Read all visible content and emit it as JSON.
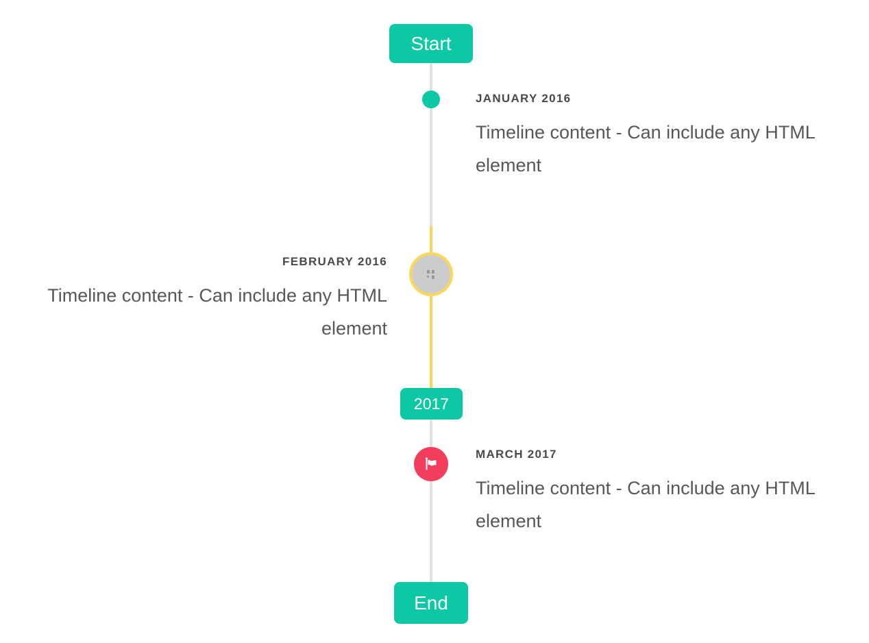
{
  "timeline": {
    "start_badge": "Start",
    "year_badge": "2017",
    "end_badge": "End",
    "events": [
      {
        "date_label": "JANUARY 2016",
        "content": "Timeline content - Can include any HTML element",
        "side": "right",
        "marker": "teal-dot"
      },
      {
        "date_label": "FEBRUARY 2016",
        "content": "Timeline content - Can include any HTML element",
        "side": "left",
        "marker": "image-placeholder-circle"
      },
      {
        "date_label": "MARCH 2017",
        "content": "Timeline content - Can include any HTML element",
        "side": "right",
        "marker": "flag-circle"
      }
    ],
    "colors": {
      "accent_teal": "#0cc8a5",
      "highlight_yellow": "#fad857",
      "flag_red": "#f23e5c",
      "line_gray": "#e2e2e4",
      "placeholder_circle_gray": "#cccccc",
      "date_text": "#48494b",
      "body_text": "#56575a",
      "badge_text": "#ffffff"
    }
  }
}
